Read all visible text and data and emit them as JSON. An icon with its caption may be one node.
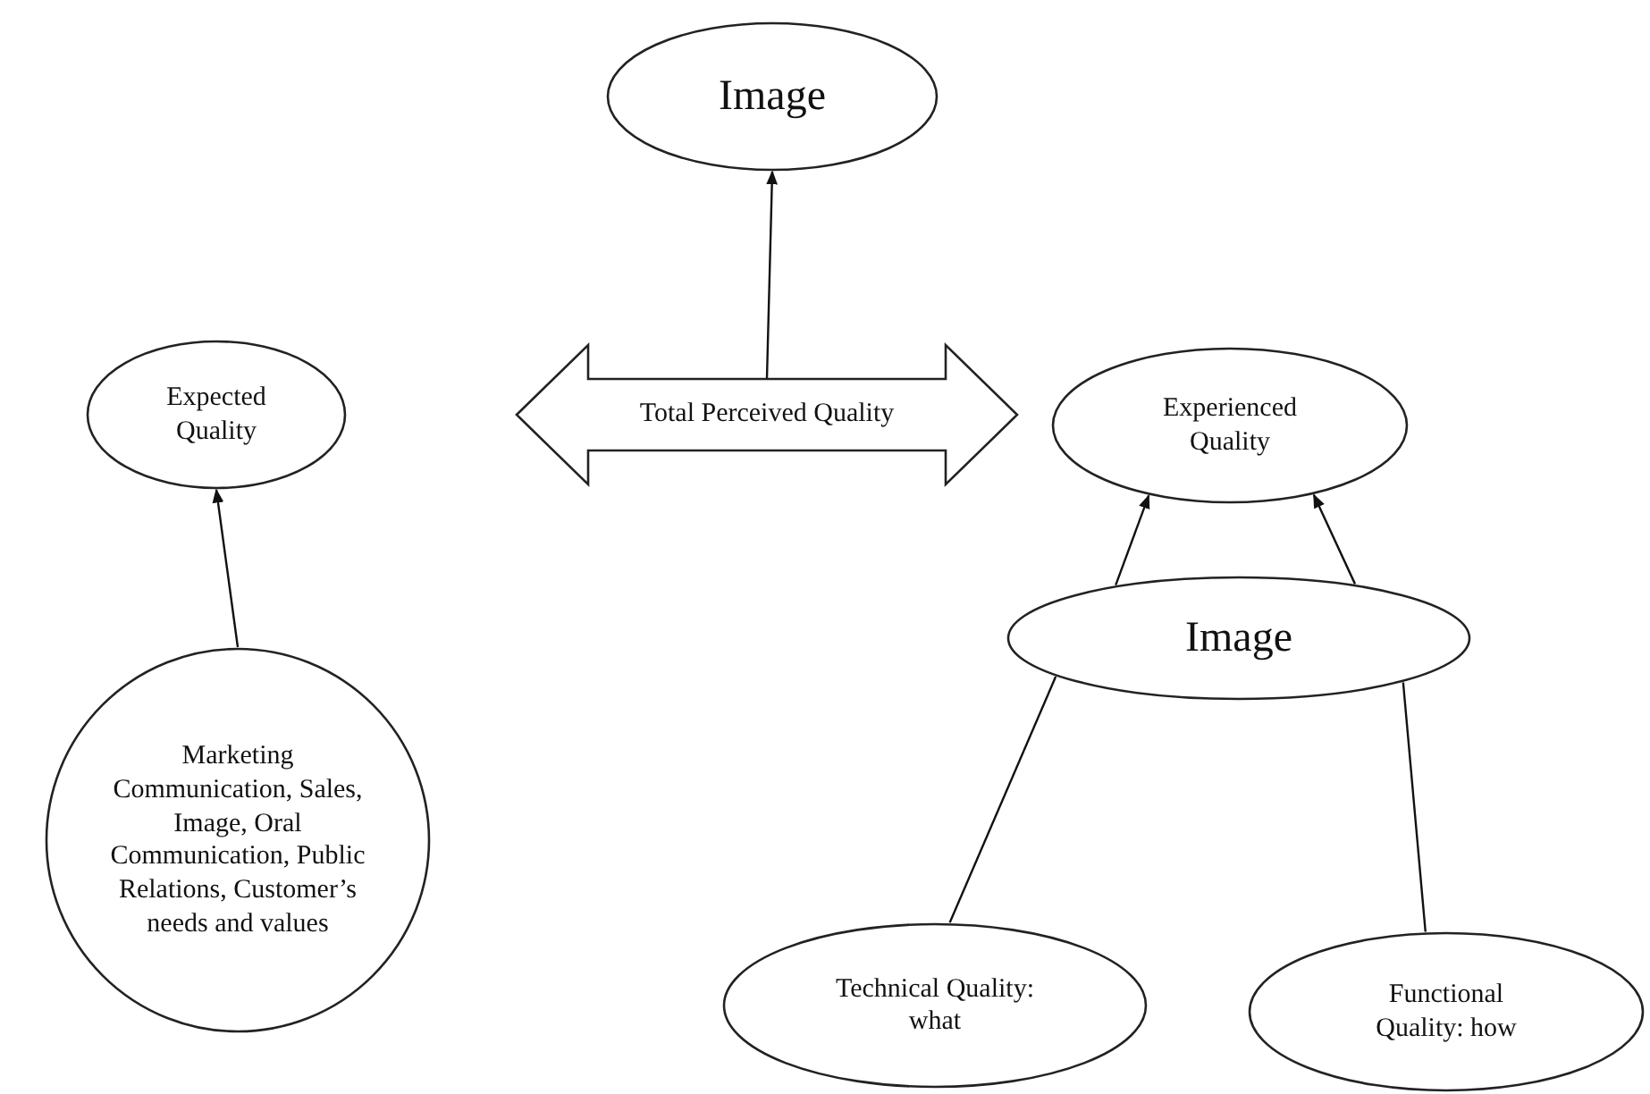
{
  "diagram": {
    "nodes": [
      {
        "text": [
          "Image"
        ]
      },
      {
        "text": [
          "Expected Quality"
        ]
      },
      {
        "text": [
          "Total Perceived Quality"
        ]
      },
      {
        "text": [
          "Experienced Quality"
        ]
      },
      {
        "text": [
          "Image"
        ]
      },
      {
        "text": [
          "Marketing Communication, Sales, Image, Oral Communication, Public Relations, Customer’s needs and values"
        ]
      },
      {
        "text": [
          "Technical Quality: what"
        ]
      },
      {
        "text": [
          "Functional Quality: how"
        ]
      }
    ],
    "edges": [
      {
        "from": 2,
        "to": 0,
        "arrow": "to"
      },
      {
        "from": 5,
        "to": 1,
        "arrow": "to"
      },
      {
        "from": 6,
        "to": 4,
        "arrow": "none"
      },
      {
        "from": 7,
        "to": 4,
        "arrow": "none"
      },
      {
        "from": 4,
        "to": 3,
        "arrow": "to"
      },
      {
        "from": 4,
        "to": 3,
        "arrow": "to"
      }
    ]
  }
}
